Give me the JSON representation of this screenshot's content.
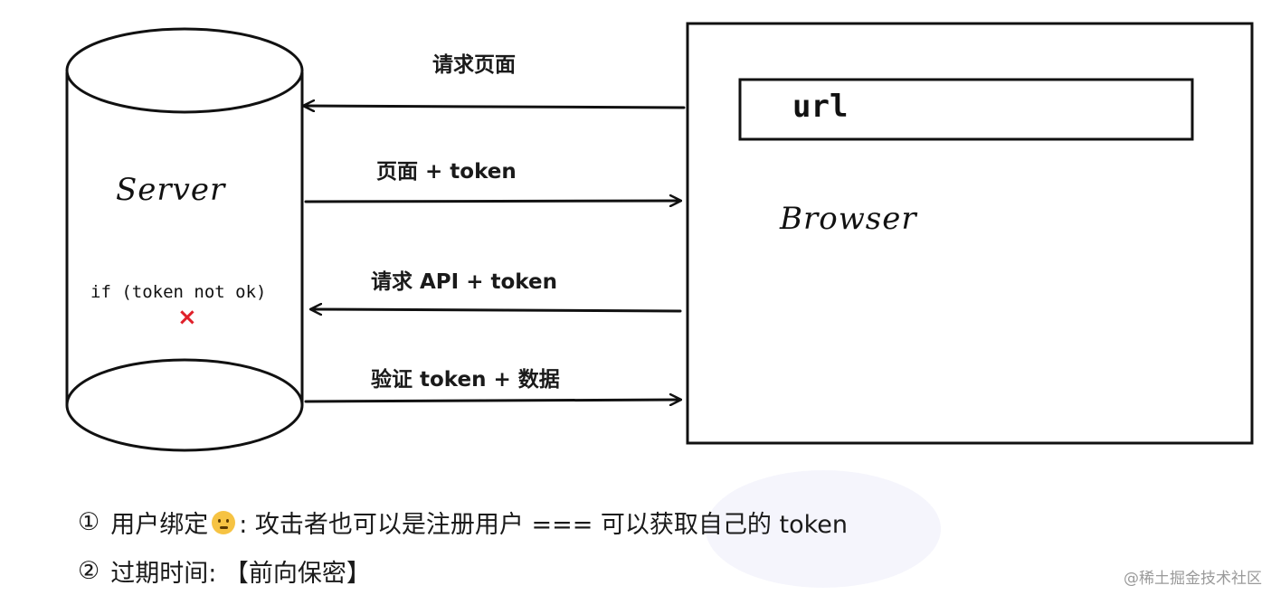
{
  "server": {
    "title": "Server",
    "condition": "if (token not ok)",
    "fail_mark": "×"
  },
  "browser": {
    "title": "Browser",
    "url_bar": "url"
  },
  "arrows": {
    "request_page": "请求页面",
    "page_token": "页面 + token",
    "request_api": "请求 API + token",
    "verify_data": "验证 token + 数据"
  },
  "notes": {
    "note1": {
      "number": "①",
      "before_emoji": "用户绑定",
      "after_emoji": ": 攻击者也可以是注册用户 === 可以获取自己的 token"
    },
    "note2": {
      "number": "②",
      "text": "过期时间: 【前向保密】"
    }
  },
  "watermark": "@稀土掘金技术社区",
  "colors": {
    "ink": "#111111",
    "cross": "#e0202a"
  }
}
